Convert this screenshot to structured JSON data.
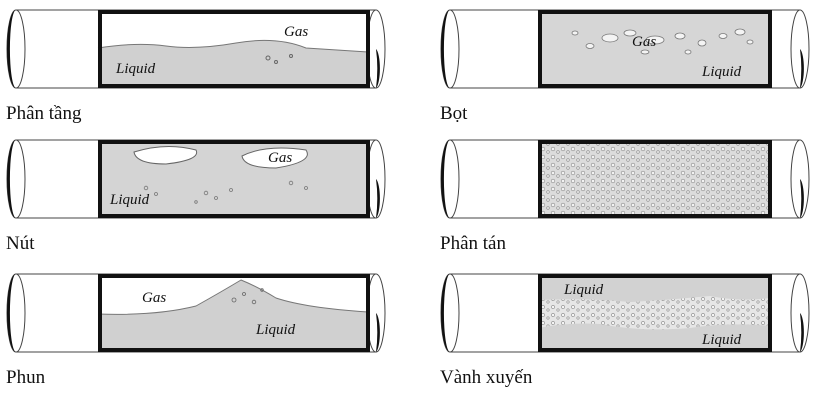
{
  "panels": [
    {
      "caption": "Phân tầng",
      "gas": "Gas",
      "liquid": "Liquid"
    },
    {
      "caption": "Bọt",
      "gas": "Gas",
      "liquid": "Liquid"
    },
    {
      "caption": "Nút",
      "gas": "Gas",
      "liquid": "Liquid"
    },
    {
      "caption": "Phân tán"
    },
    {
      "caption": "Phun",
      "gas": "Gas",
      "liquid": "Liquid"
    },
    {
      "caption": "Vành xuyến",
      "liquid_top": "Liquid",
      "liquid_bottom": "Liquid"
    }
  ],
  "colors": {
    "liquid": "#cfcfcf",
    "wall": "#111111",
    "pipe_outline": "#444444",
    "background": "#ffffff"
  }
}
